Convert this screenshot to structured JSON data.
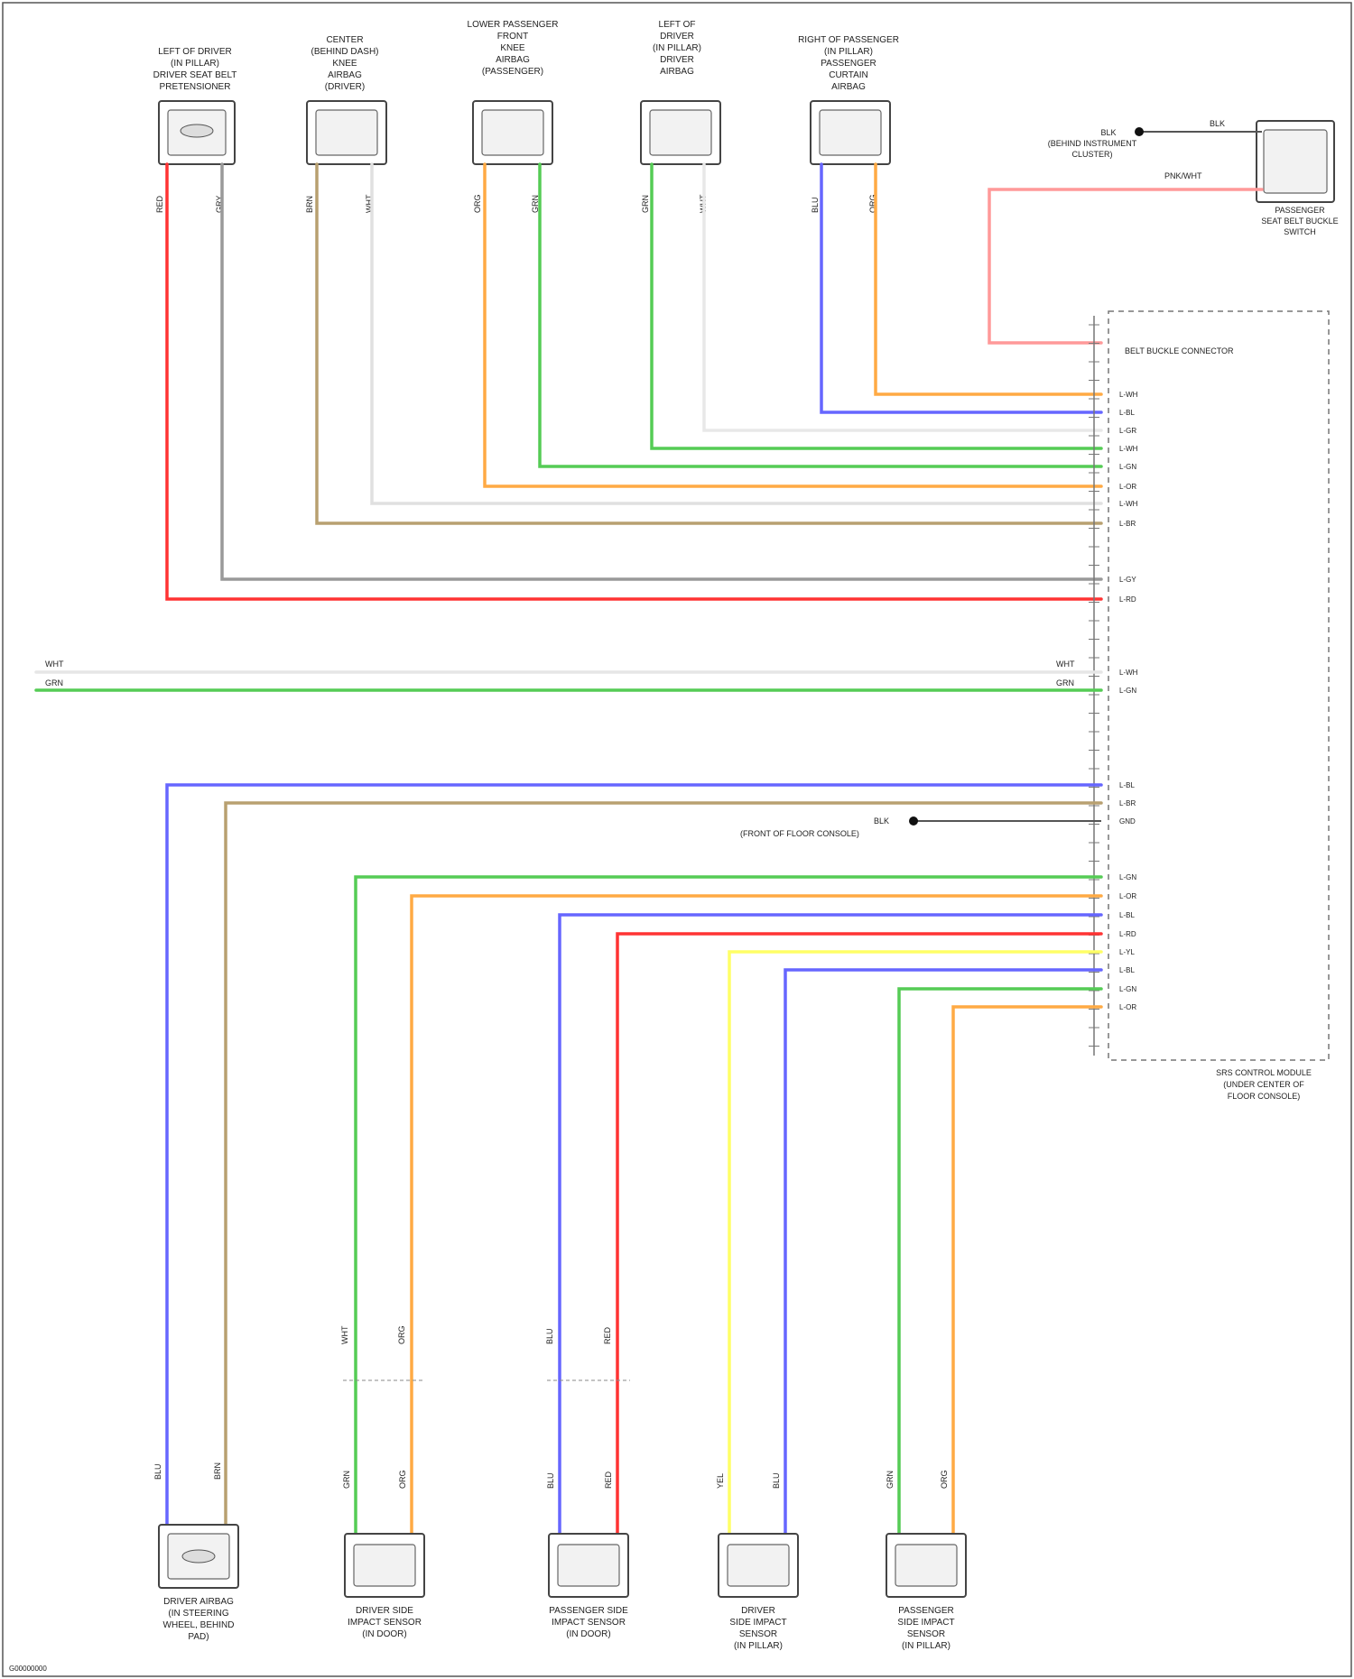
{
  "diagram": {
    "top_components": [
      {
        "id": "c1",
        "lines": [
          "LEFT OF DRIVER",
          "(IN PILLAR)",
          "DRIVER SEAT BELT",
          "PRETENSIONER"
        ],
        "pin_a": "RED",
        "pin_b": "GRY",
        "wire_a": "#ff3333",
        "wire_b": "#999999"
      },
      {
        "id": "c2",
        "lines": [
          "CENTER",
          "(BEHIND DASH)",
          "KNEE",
          "AIRBAG",
          "(DRIVER)"
        ],
        "pin_a": "BRN",
        "pin_b": "WHT",
        "wire_a": "#b8a070",
        "wire_b": "#e4e4e4"
      },
      {
        "id": "c3",
        "lines": [
          "LOWER PASSENGER",
          "FRONT",
          "KNEE",
          "AIRBAG",
          "(PASSENGER)"
        ],
        "pin_a": "ORG",
        "pin_b": "GRN",
        "wire_a": "#ffaa44",
        "wire_b": "#55cc55"
      },
      {
        "id": "c4",
        "lines": [
          "LEFT OF",
          "DRIVER",
          "(IN PILLAR)",
          "DRIVER",
          "AIRBAG"
        ],
        "pin_a": "GRN",
        "pin_b": "WHT",
        "wire_a": "#55cc55",
        "wire_b": "#e4e4e4"
      },
      {
        "id": "c5",
        "lines": [
          "RIGHT OF PASSENGER",
          "(IN PILLAR)",
          "PASSENGER",
          "CURTAIN",
          "AIRBAG"
        ],
        "pin_a": "BLU",
        "pin_b": "ORG",
        "wire_a": "#6666ff",
        "wire_b": "#ffaa44"
      }
    ],
    "buckle_sensor": {
      "label_lines": [
        "PASSENGER",
        "SEAT BELT BUCKLE",
        "SWITCH"
      ],
      "ground_label_lines": [
        "BLK",
        "(BEHIND INSTRUMENT",
        "CLUSTER)"
      ],
      "wire_top": "BLK",
      "wire_bottom": "PNK/WHT",
      "wire_color": "#ff9999"
    },
    "module": {
      "label_lines": [
        "SRS CONTROL MODULE",
        "(UNDER CENTER OF",
        "FLOOR CONSOLE)"
      ],
      "connector_label": "BELT BUCKLE CONNECTOR",
      "ground_label_lines": [
        "BLK",
        "(FRONT OF FLOOR CONSOLE)"
      ],
      "left_wire_labels": [
        "WHT",
        "GRN"
      ],
      "right_pin_labels": [
        "L-WH",
        "L-BL",
        "L-GR",
        "L-WH",
        "L-GN",
        "L-OR",
        "L-WH",
        "L-BR",
        "L-GY",
        "L-RD",
        "L-WH",
        "L-GN",
        "L-BL",
        "L-BR",
        "GND",
        "L-GN",
        "L-OR",
        "L-BL",
        "L-RD",
        "L-YL",
        "L-BL",
        "L-GN",
        "L-OR"
      ]
    },
    "bottom_components": [
      {
        "id": "b1",
        "lines": [
          "DRIVER AIRBAG",
          "(IN STEERING",
          "WHEEL, BEHIND",
          "PAD)"
        ],
        "pin_a": "BLU",
        "pin_b": "BRN",
        "wire_a": "#6666ff",
        "wire_b": "#b8a070"
      },
      {
        "id": "b2",
        "lines": [
          "DRIVER SIDE",
          "IMPACT SENSOR",
          "(IN DOOR)"
        ],
        "pin_a": "GRN",
        "pin_b": "ORG",
        "wire_a": "#55cc55",
        "wire_b": "#ffaa44"
      },
      {
        "id": "b3",
        "lines": [
          "PASSENGER SIDE",
          "IMPACT SENSOR",
          "(IN DOOR)"
        ],
        "pin_a": "BLU",
        "pin_b": "RED",
        "wire_a": "#6666ff",
        "wire_b": "#ff3333"
      },
      {
        "id": "b4",
        "lines": [
          "DRIVER",
          "SIDE IMPACT",
          "SENSOR",
          "(IN PILLAR)"
        ],
        "pin_a": "YEL",
        "pin_b": "BLU",
        "wire_a": "#ffff66",
        "wire_b": "#6666ff"
      },
      {
        "id": "b5",
        "lines": [
          "PASSENGER",
          "SIDE IMPACT",
          "SENSOR",
          "(IN PILLAR)"
        ],
        "pin_a": "GRN",
        "pin_b": "ORG",
        "wire_a": "#55cc55",
        "wire_b": "#ffaa44"
      }
    ],
    "inline_labels": [
      "WHT",
      "ORG",
      "BLU",
      "RED"
    ],
    "footer": "G00000000"
  }
}
